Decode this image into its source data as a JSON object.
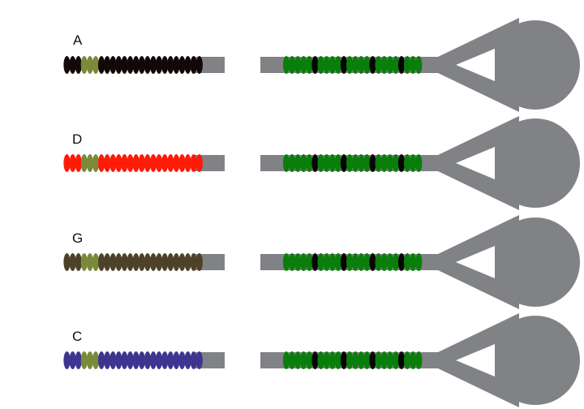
{
  "colors": {
    "rod": "#818285",
    "background": "#ffffff",
    "spacer_band": "#7a8a3a"
  },
  "left_segments": [
    {
      "label": "A",
      "bead_color": "#120808"
    },
    {
      "label": "D",
      "bead_color": "#ff1a0a"
    },
    {
      "label": "G",
      "bead_color": "#4e4129"
    },
    {
      "label": "C",
      "bead_color": "#3d3590"
    }
  ],
  "right_segment": {
    "bead_color": "#0a7e0a",
    "marker_color": "#050505",
    "marker_positions": [
      5,
      10,
      15,
      20
    ],
    "bead_count": 24
  },
  "left_bead_count": 24,
  "spacer_bead_indices": [
    3,
    4,
    5
  ]
}
